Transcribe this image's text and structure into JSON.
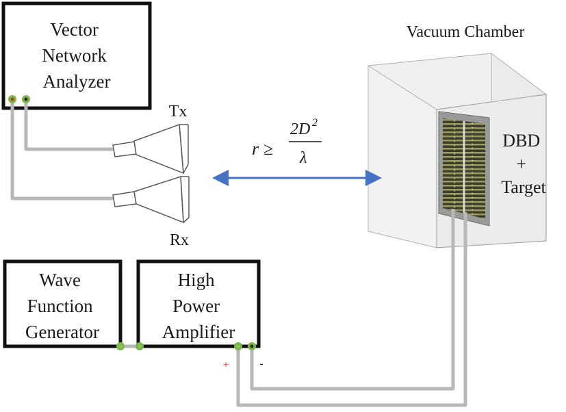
{
  "vna": {
    "lines": [
      "Vector",
      "Network",
      "Analyzer"
    ]
  },
  "wfg": {
    "lines": [
      "Wave",
      "Function",
      "Generator"
    ]
  },
  "hpa": {
    "lines": [
      "High",
      "Power",
      "Amplifier"
    ]
  },
  "antennas": {
    "tx": "Tx",
    "rx": "Rx"
  },
  "chamber": {
    "title": "Vacuum Chamber",
    "label_lines": [
      "DBD",
      "+",
      "Target"
    ]
  },
  "formula": {
    "lhs": "r ≥",
    "numerator": "2D",
    "exponent": "2",
    "denominator": "λ"
  },
  "polarity": {
    "plus": "+",
    "minus": "-"
  },
  "colors": {
    "box_border": "#111111",
    "cable": "#b8b8b8",
    "connector_ring": "#7ab648",
    "arrow": "#4472c4",
    "chamber_fill": "#f0f0f0",
    "chamber_stroke": "#b4b4b4",
    "plus_sign": "#e03030"
  }
}
